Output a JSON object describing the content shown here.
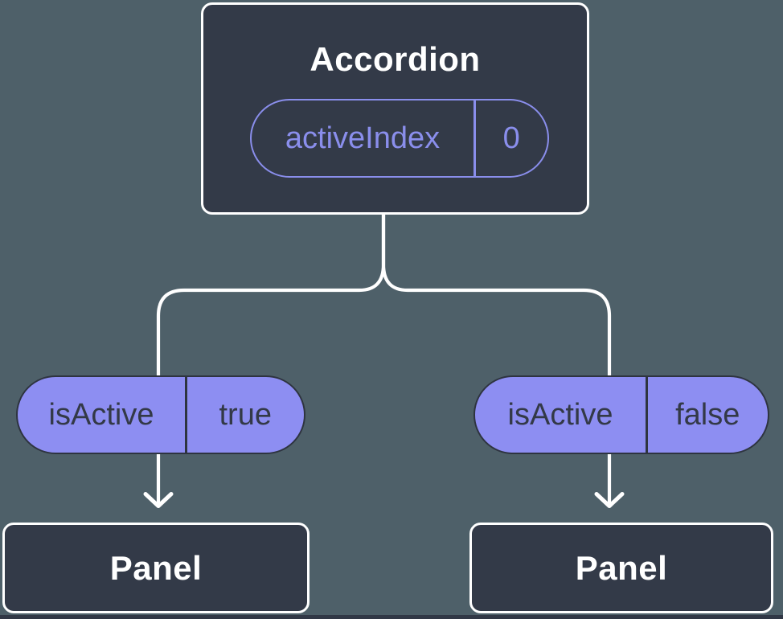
{
  "tree": {
    "root": {
      "title": "Accordion",
      "state": {
        "label": "activeIndex",
        "value": "0"
      }
    },
    "children": [
      {
        "prop": {
          "label": "isActive",
          "value": "true"
        },
        "node": {
          "title": "Panel"
        }
      },
      {
        "prop": {
          "label": "isActive",
          "value": "false"
        },
        "node": {
          "title": "Panel"
        }
      }
    ]
  },
  "colors": {
    "background": "#4E6069",
    "node_fill": "#333A48",
    "node_border": "#FFFFFF",
    "node_text": "#FFFFFF",
    "connector": "#FFFFFF",
    "accent_purple": "#8A8EEC",
    "prop_pill_fill": "#8D8EF2",
    "prop_pill_border": "#2E3440",
    "prop_pill_text": "#333947",
    "bottom_strip": "#313846"
  }
}
